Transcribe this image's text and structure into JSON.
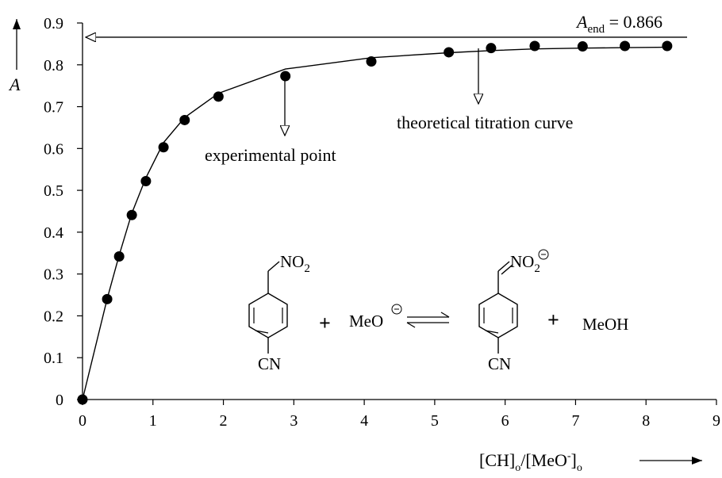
{
  "chart_data": {
    "type": "scatter",
    "title": "",
    "xlabel": "[CH]o/[MeO-]o",
    "xlabel_parts": {
      "a": "[CH]",
      "a_sub": "o",
      "b": "/[MeO",
      "b_sup": "-",
      "c": "]",
      "c_sub": "o"
    },
    "ylabel": "A",
    "xlim": [
      0,
      9
    ],
    "ylim": [
      0,
      0.9
    ],
    "xticks": [
      "0",
      "1",
      "2",
      "3",
      "4",
      "5",
      "6",
      "7",
      "8",
      "9"
    ],
    "yticks": [
      "0",
      "0.1",
      "0.2",
      "0.3",
      "0.4",
      "0.5",
      "0.6",
      "0.7",
      "0.8",
      "0.9"
    ],
    "grid": false,
    "series": [
      {
        "kind": "points",
        "x": [
          0,
          0.35,
          0.52,
          0.7,
          0.9,
          1.15,
          1.45,
          1.93,
          2.88,
          4.1,
          5.2,
          5.8,
          6.42,
          7.1,
          7.7,
          8.3
        ],
        "y": [
          0,
          0.24,
          0.342,
          0.441,
          0.522,
          0.603,
          0.668,
          0.724,
          0.773,
          0.808,
          0.83,
          0.84,
          0.845,
          0.844,
          0.845,
          0.845
        ]
      },
      {
        "kind": "curve",
        "x": [
          0,
          0.35,
          0.52,
          0.7,
          0.9,
          1.15,
          1.45,
          1.93,
          2.88,
          4.1,
          5.2,
          5.8,
          6.42,
          7.1,
          7.7,
          8.3
        ],
        "y": [
          0,
          0.241,
          0.345,
          0.445,
          0.53,
          0.614,
          0.674,
          0.732,
          0.79,
          0.817,
          0.829,
          0.834,
          0.838,
          0.84,
          0.841,
          0.842
        ]
      }
    ],
    "asymptote": {
      "y": 0.866,
      "label": "A",
      "label_sub": "end",
      "label_value": " = 0.866"
    },
    "annotations": {
      "experimental_point": "experimental point",
      "theoretical_curve": "theoretical titration curve"
    },
    "scheme": {
      "reactant_group": "NO",
      "reactant_group_sub": "2",
      "reactant_para": "CN",
      "plus_1": "+",
      "reagent": "MeO",
      "product_group": "NO",
      "product_group_sub": "2",
      "product_para": "CN",
      "plus_2": "+",
      "byproduct": "MeOH"
    }
  }
}
